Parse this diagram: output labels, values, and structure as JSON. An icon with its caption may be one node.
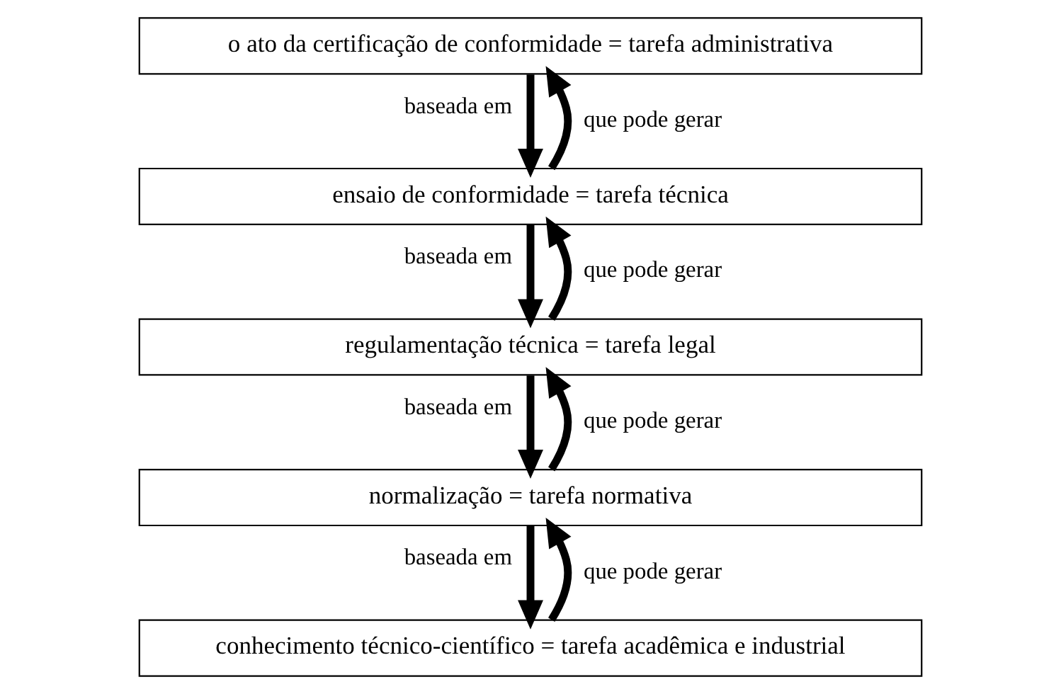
{
  "diagram": {
    "nodes": [
      {
        "text": [
          "o ato da certificação de conformidade = tarefa administrativa"
        ]
      },
      {
        "text": [
          "ensaio de conformidade = tarefa técnica"
        ]
      },
      {
        "text": [
          "regulamentação técnica = tarefa legal"
        ]
      },
      {
        "text": [
          "normalização = tarefa normativa"
        ]
      },
      {
        "text": [
          "conhecimento técnico-científico = tarefa acadêmica e industrial"
        ]
      }
    ],
    "edges": [
      {
        "from": 0,
        "to": 1,
        "arrow": "to",
        "label": "baseada em"
      },
      {
        "from": 1,
        "to": 0,
        "arrow": "to",
        "label": "que pode gerar"
      },
      {
        "from": 1,
        "to": 2,
        "arrow": "to",
        "label": "baseada em"
      },
      {
        "from": 2,
        "to": 1,
        "arrow": "to",
        "label": "que pode gerar"
      },
      {
        "from": 2,
        "to": 3,
        "arrow": "to",
        "label": "baseada em"
      },
      {
        "from": 3,
        "to": 2,
        "arrow": "to",
        "label": "que pode gerar"
      },
      {
        "from": 3,
        "to": 4,
        "arrow": "to",
        "label": "baseada em"
      },
      {
        "from": 4,
        "to": 3,
        "arrow": "to",
        "label": "que pode gerar"
      }
    ]
  }
}
